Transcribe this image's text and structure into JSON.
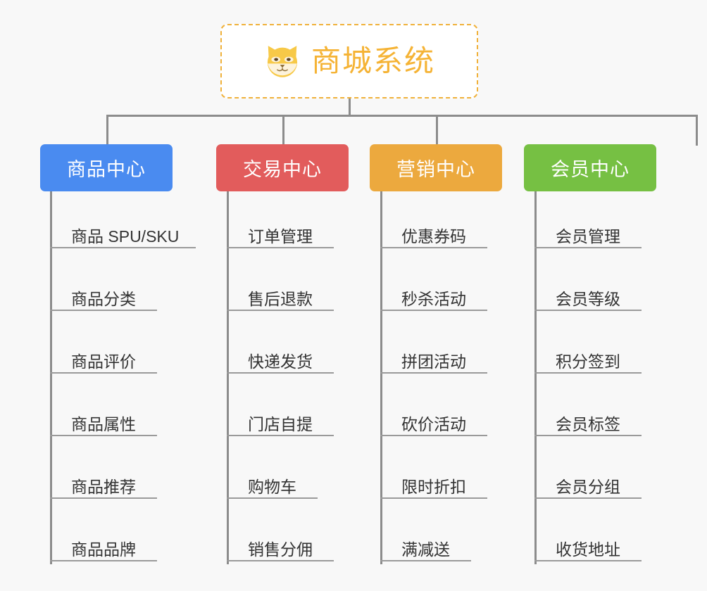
{
  "page": {
    "background_color": "#f8f8f8",
    "connector_color": "#8c8c8c",
    "leaf_rule_color": "#9a9a9a",
    "leaf_text_color": "#333333"
  },
  "root": {
    "title": "商城系统",
    "icon": "shiba-dog-icon",
    "text_color": "#f5b335",
    "border_color": "#f0b13a",
    "background_color": "#ffffff"
  },
  "columns": [
    {
      "label": "商品中心",
      "color": "#4a8bf0",
      "name": "product-center",
      "items": [
        "商品 SPU/SKU",
        "商品分类",
        "商品评价",
        "商品属性",
        "商品推荐",
        "商品品牌"
      ]
    },
    {
      "label": "交易中心",
      "color": "#e25c5c",
      "name": "trade-center",
      "items": [
        "订单管理",
        "售后退款",
        "快递发货",
        "门店自提",
        "购物车",
        "销售分佣"
      ]
    },
    {
      "label": "营销中心",
      "color": "#eca93e",
      "name": "marketing-center",
      "items": [
        "优惠券码",
        "秒杀活动",
        "拼团活动",
        "砍价活动",
        "限时折扣",
        "满减送"
      ]
    },
    {
      "label": "会员中心",
      "color": "#76c043",
      "name": "member-center",
      "items": [
        "会员管理",
        "会员等级",
        "积分签到",
        "会员标签",
        "会员分组",
        "收货地址"
      ]
    }
  ]
}
